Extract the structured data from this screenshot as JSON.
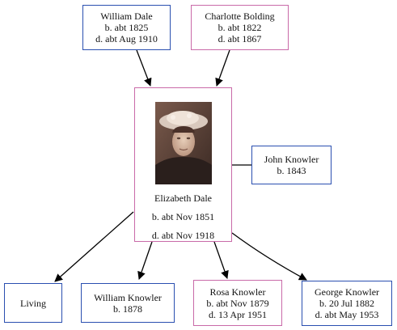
{
  "parents": {
    "father": {
      "name": "William Dale",
      "born": "b. abt 1825",
      "died": "d. abt Aug 1910"
    },
    "mother": {
      "name": "Charlotte Bolding",
      "born": "b. abt 1822",
      "died": "d. abt 1867"
    }
  },
  "focus": {
    "name": "Elizabeth Dale",
    "born": "b. abt Nov 1851",
    "died": "d. abt Nov 1918",
    "photo": "portrait-photo"
  },
  "spouse": {
    "name": "John Knowler",
    "born": "b. 1843"
  },
  "children": [
    {
      "name": "Living"
    },
    {
      "name": "William Knowler",
      "born": "b. 1878"
    },
    {
      "name": "Rosa Knowler",
      "born": "b. abt Nov 1879",
      "died": "d. 13 Apr 1951"
    },
    {
      "name": "George Knowler",
      "born": "b. 20 Jul 1882",
      "died": "d. abt May 1953"
    }
  ],
  "colors": {
    "male_border": "#2a4fb0",
    "female_border": "#c96aa8",
    "edge": "#000000"
  }
}
